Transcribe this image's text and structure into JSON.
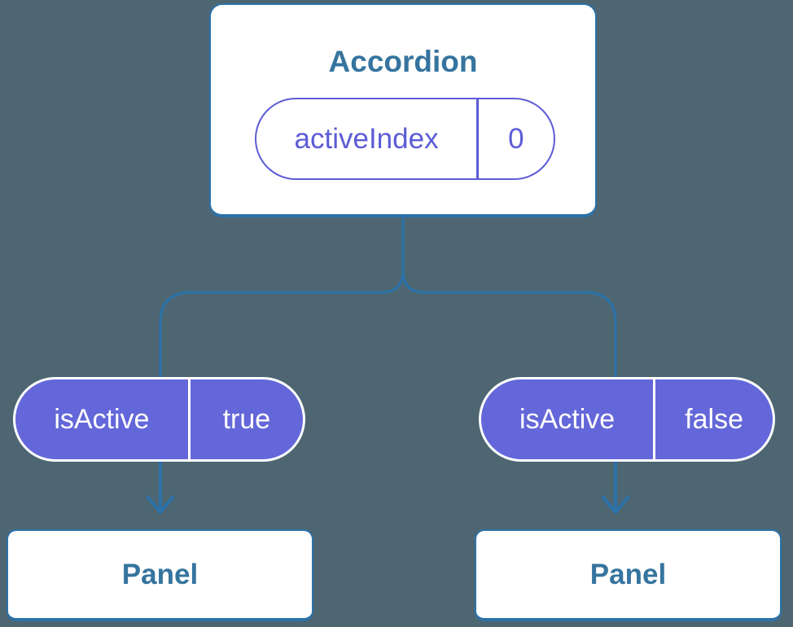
{
  "diagram": {
    "root": {
      "title": "Accordion",
      "prop": {
        "name": "activeIndex",
        "value": "0"
      }
    },
    "children": [
      {
        "prop": {
          "name": "isActive",
          "value": "true"
        },
        "title": "Panel"
      },
      {
        "prop": {
          "name": "isActive",
          "value": "false"
        },
        "title": "Panel"
      }
    ],
    "colors": {
      "background": "#4D6672",
      "connector": "#2C72A7",
      "node_text": "#35749E",
      "node_fill": "#FFFFFF",
      "state_pill_fill": "#6467D9",
      "state_pill_outline": "#5C5CD6",
      "pill_text_on_fill": "#FFFFFF"
    }
  }
}
